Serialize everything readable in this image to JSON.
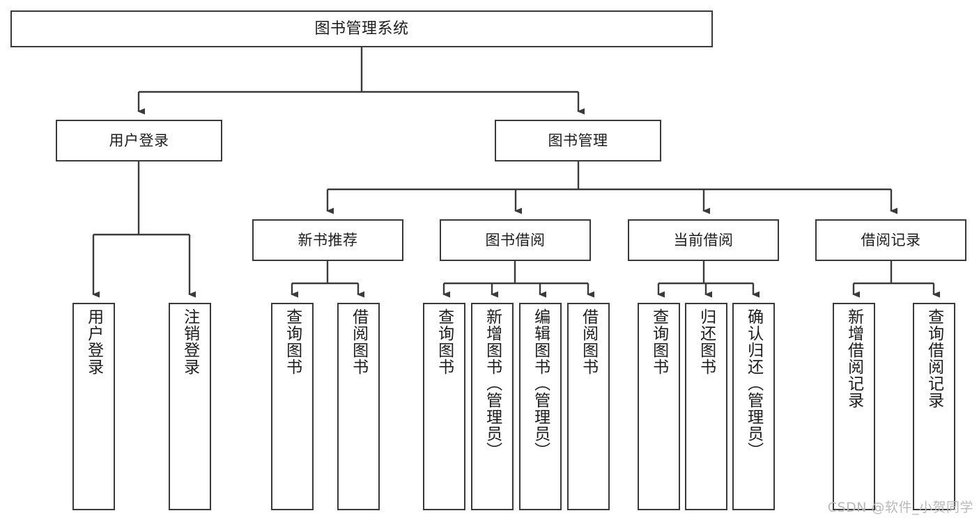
{
  "diagram": {
    "title": "图书管理系统",
    "watermark": "CSDN @软件_小贺同学",
    "line_color": "#3a3a3a",
    "box_fill": "#ffffff",
    "text_color": "#1d1d1d",
    "watermark_color": "#b9b9b9",
    "root": {
      "label": "图书管理系统"
    },
    "level2": [
      {
        "label": "用户登录"
      },
      {
        "label": "图书管理"
      }
    ],
    "level3": [
      {
        "label": "新书推荐"
      },
      {
        "label": "图书借阅"
      },
      {
        "label": "当前借阅"
      },
      {
        "label": "借阅记录"
      }
    ],
    "leaves": {
      "user_login": [
        {
          "label": "用户登录"
        },
        {
          "label": "注销登录"
        }
      ],
      "new_book": [
        {
          "label": "查询图书"
        },
        {
          "label": "借阅图书"
        }
      ],
      "book_borrow": [
        {
          "label": "查询图书"
        },
        {
          "label": "新增图书（管理员）"
        },
        {
          "label": "编辑图书（管理员）"
        },
        {
          "label": "借阅图书"
        }
      ],
      "current_borrow": [
        {
          "label": "查询图书"
        },
        {
          "label": "归还图书"
        },
        {
          "label": "确认归还（管理员）"
        }
      ],
      "borrow_record": [
        {
          "label": "新增借阅记录"
        },
        {
          "label": "查询借阅记录"
        }
      ]
    }
  }
}
